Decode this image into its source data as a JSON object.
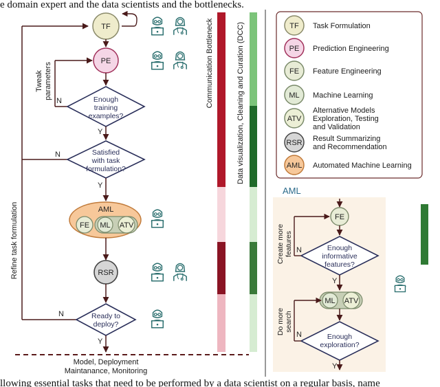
{
  "caption_top": "e domain expert and the data scientists and the bottlenecks.",
  "caption_bottom": "llowing essential tasks that need to be performed by a data scientist on a regular basis, name",
  "nodes": {
    "tf": "TF",
    "pe": "PE",
    "fe": "FE",
    "ml": "ML",
    "atv": "ATV",
    "rsr": "RSR",
    "aml": "AML"
  },
  "decisions": {
    "enough_training": [
      "Enough",
      "training",
      "examples?"
    ],
    "satisfied": [
      "Satisfied",
      "with task",
      "formulation?"
    ],
    "ready": [
      "Ready to",
      "deploy?"
    ],
    "enough_informative": [
      "Enough",
      "informative",
      "features?"
    ],
    "enough_exploration": [
      "Enough",
      "exploration?"
    ]
  },
  "yes": "Y",
  "no": "N",
  "side_labels": {
    "tweak": [
      "Tweak",
      "parameters"
    ],
    "refine": "Refine task formulation",
    "create_more": [
      "Create more",
      "features"
    ],
    "do_more": [
      "Do more",
      "search"
    ]
  },
  "bars": {
    "communication": "Communication Bottleneck",
    "dcc": "Data visualization, Cleaning and Curation (DCC)"
  },
  "bottom_label": [
    "Model, Deployment",
    "Maintanance, Monitoring"
  ],
  "aml_panel_title": "AML",
  "legend": [
    {
      "abbr": "TF",
      "label": [
        "Task Formulation"
      ],
      "fill": "#efeccc",
      "stroke": "#8a8a6a"
    },
    {
      "abbr": "PE",
      "label": [
        "Prediction Engineering"
      ],
      "fill": "#f5d6e6",
      "stroke": "#a0305a"
    },
    {
      "abbr": "FE",
      "label": [
        "Feature Engineering"
      ],
      "fill": "#e8ecd6",
      "stroke": "#7a8a6a"
    },
    {
      "abbr": "ML",
      "label": [
        "Machine Learning"
      ],
      "fill": "#e2ead6",
      "stroke": "#7a8a6a"
    },
    {
      "abbr": "ATV",
      "label": [
        "Alternative Models",
        "Exploration, Testing",
        "and Validation"
      ],
      "fill": "#ecefd6",
      "stroke": "#7a8a6a"
    },
    {
      "abbr": "RSR",
      "label": [
        "Result Summarizing",
        "and Recommendation"
      ],
      "fill": "#d6d6d6",
      "stroke": "#444444"
    },
    {
      "abbr": "AML",
      "label": [
        "Automated Machine Learning"
      ],
      "fill": "#f7c89a",
      "stroke": "#c07a3a"
    }
  ],
  "colors": {
    "arrow": "#4a1a1a",
    "diamond": "#2a2f5a",
    "bar_red_dark": "#b0182a",
    "bar_red_light": "#f6d6dc",
    "bar_red_mid": "#8a1424",
    "bar_red_pale": "#eeb6c0",
    "bar_green_light": "#7cc47a",
    "bar_green_dark": "#1f6a2a",
    "bar_green_pale": "#d6ecd2",
    "aml_bg": "#fbf2e6",
    "aml_fill": "#f7c89a"
  },
  "icons": [
    "data-scientist-icon",
    "domain-expert-icon"
  ]
}
